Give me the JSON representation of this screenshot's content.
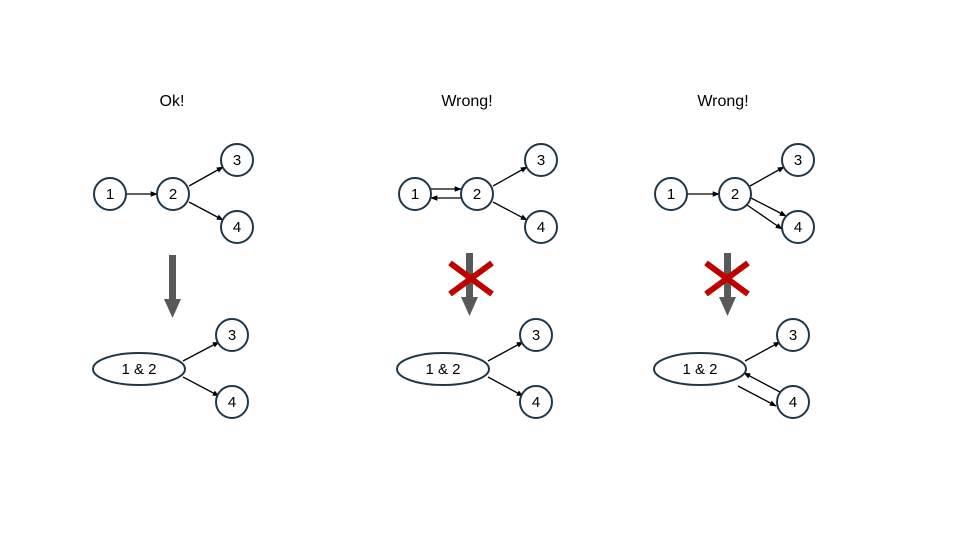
{
  "colors": {
    "node_stroke": "#1f3748",
    "edge": "#000000",
    "down_arrow": "#595959",
    "cross": "#c00000"
  },
  "panels": [
    {
      "title": "Ok!",
      "before": {
        "nodes": [
          {
            "id": "n1",
            "label": "1"
          },
          {
            "id": "n2",
            "label": "2"
          },
          {
            "id": "n3",
            "label": "3"
          },
          {
            "id": "n4",
            "label": "4"
          }
        ],
        "edges": [
          {
            "from": "1",
            "to": "2"
          },
          {
            "from": "2",
            "to": "3"
          },
          {
            "from": "2",
            "to": "4"
          }
        ]
      },
      "transform_icon": "down-arrow",
      "crossed_out": false,
      "after": {
        "nodes": [
          {
            "id": "merged",
            "label": "1 & 2"
          },
          {
            "id": "n3",
            "label": "3"
          },
          {
            "id": "n4",
            "label": "4"
          }
        ],
        "edges": [
          {
            "from": "1 & 2",
            "to": "3"
          },
          {
            "from": "1 & 2",
            "to": "4"
          }
        ]
      }
    },
    {
      "title": "Wrong!",
      "before": {
        "nodes": [
          {
            "id": "n1",
            "label": "1"
          },
          {
            "id": "n2",
            "label": "2"
          },
          {
            "id": "n3",
            "label": "3"
          },
          {
            "id": "n4",
            "label": "4"
          }
        ],
        "edges": [
          {
            "from": "1",
            "to": "2"
          },
          {
            "from": "2",
            "to": "1"
          },
          {
            "from": "2",
            "to": "3"
          },
          {
            "from": "2",
            "to": "4"
          }
        ]
      },
      "transform_icon": "down-arrow",
      "crossed_out": true,
      "after": {
        "nodes": [
          {
            "id": "merged",
            "label": "1 & 2"
          },
          {
            "id": "n3",
            "label": "3"
          },
          {
            "id": "n4",
            "label": "4"
          }
        ],
        "edges": [
          {
            "from": "1 & 2",
            "to": "3"
          },
          {
            "from": "1 & 2",
            "to": "4"
          }
        ]
      }
    },
    {
      "title": "Wrong!",
      "before": {
        "nodes": [
          {
            "id": "n1",
            "label": "1"
          },
          {
            "id": "n2",
            "label": "2"
          },
          {
            "id": "n3",
            "label": "3"
          },
          {
            "id": "n4",
            "label": "4"
          }
        ],
        "edges": [
          {
            "from": "1",
            "to": "2"
          },
          {
            "from": "2",
            "to": "3"
          },
          {
            "from": "2",
            "to": "4"
          },
          {
            "from": "2",
            "to": "4"
          }
        ]
      },
      "transform_icon": "down-arrow",
      "crossed_out": true,
      "after": {
        "nodes": [
          {
            "id": "merged",
            "label": "1 & 2"
          },
          {
            "id": "n3",
            "label": "3"
          },
          {
            "id": "n4",
            "label": "4"
          }
        ],
        "edges": [
          {
            "from": "1 & 2",
            "to": "3"
          },
          {
            "from": "1 & 2",
            "to": "4"
          },
          {
            "from": "4",
            "to": "1 & 2"
          }
        ]
      }
    }
  ]
}
